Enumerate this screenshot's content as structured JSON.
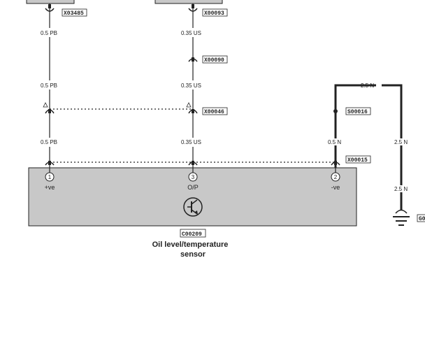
{
  "connectors": {
    "x03485": "X03485",
    "x00093": "X00093",
    "x00090": "X00090",
    "x00046": "X00046",
    "s00016": "S00016",
    "x00015": "X00015",
    "ground": "G0"
  },
  "wires": {
    "pb_1": "0.5 PB",
    "pb_2": "0.5 PB",
    "pb_3": "0.5 PB",
    "us_1": "0.35 US",
    "us_2": "0.35 US",
    "us_3": "0.35 US",
    "n_top": "2.5 N",
    "n_mid": "0.5 N",
    "n_right_1": "2.5 N",
    "n_right_2": "2.5 N"
  },
  "sensor": {
    "id": "C00209",
    "title_line1": "Oil level/temperature",
    "title_line2": "sensor",
    "pins": [
      {
        "number": "1",
        "label": "+ve"
      },
      {
        "number": "3",
        "label": "O/P"
      },
      {
        "number": "2",
        "label": "-ve"
      }
    ]
  },
  "colors": {
    "module_fill": "#c8c8c8",
    "wire": "#222222"
  }
}
